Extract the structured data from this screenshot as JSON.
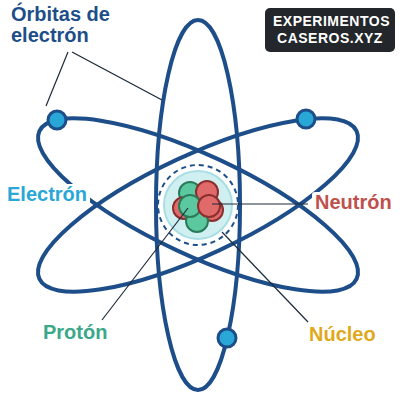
{
  "diagram": {
    "nodes": [
      {
        "text": [
          "EXPERIMENTOS CASEROS.XYZ"
        ]
      }
    ],
    "labels": [
      "Órbitas de electrón",
      "Electrón",
      "Neutrón",
      "Protón",
      "Núcleo"
    ]
  }
}
